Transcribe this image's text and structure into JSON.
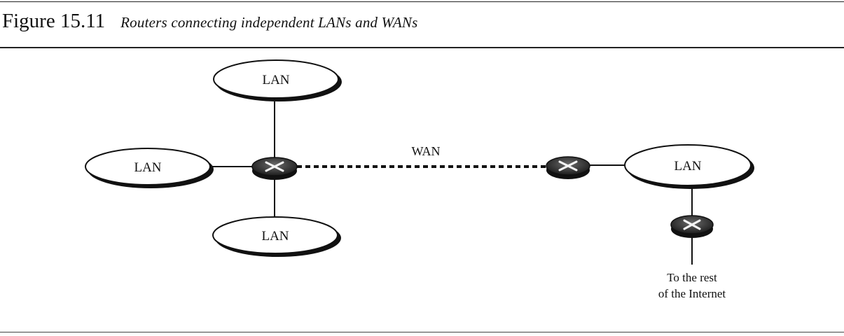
{
  "figure": {
    "number": "Figure 15.11",
    "caption": "Routers connecting independent LANs and WANs"
  },
  "diagram": {
    "lan_label": "LAN",
    "wan_label": "WAN",
    "internet_note": [
      "To the rest",
      "of the Internet"
    ],
    "router_symbol": "x-mark-icon"
  }
}
